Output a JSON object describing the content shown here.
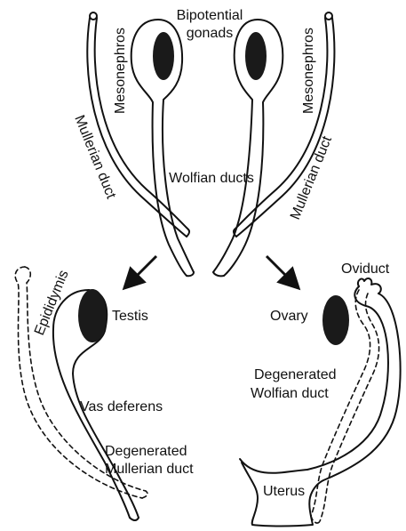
{
  "labels": {
    "bipotential_line1": "Bipotential",
    "bipotential_line2": "gonads",
    "mesonephros_left": "Mesonephros",
    "mesonephros_right": "Mesonephros",
    "mullerian_left": "Mullerian duct",
    "mullerian_right": "Mullerian duct",
    "wolffian": "Wolfian ducts",
    "epididymis": "Epididymis",
    "testis": "Testis",
    "vas_deferens": "Vas deferens",
    "degen_mullerian_line1": "Degenerated",
    "degen_mullerian_line2": "Mullerian duct",
    "oviduct": "Oviduct",
    "ovary": "Ovary",
    "degen_wolffian_line1": "Degenerated",
    "degen_wolffian_line2": "Wolfian duct",
    "uterus": "Uterus"
  },
  "colors": {
    "ink": "#111111",
    "gonad_fill": "#1a1a1a",
    "background": "#ffffff"
  }
}
